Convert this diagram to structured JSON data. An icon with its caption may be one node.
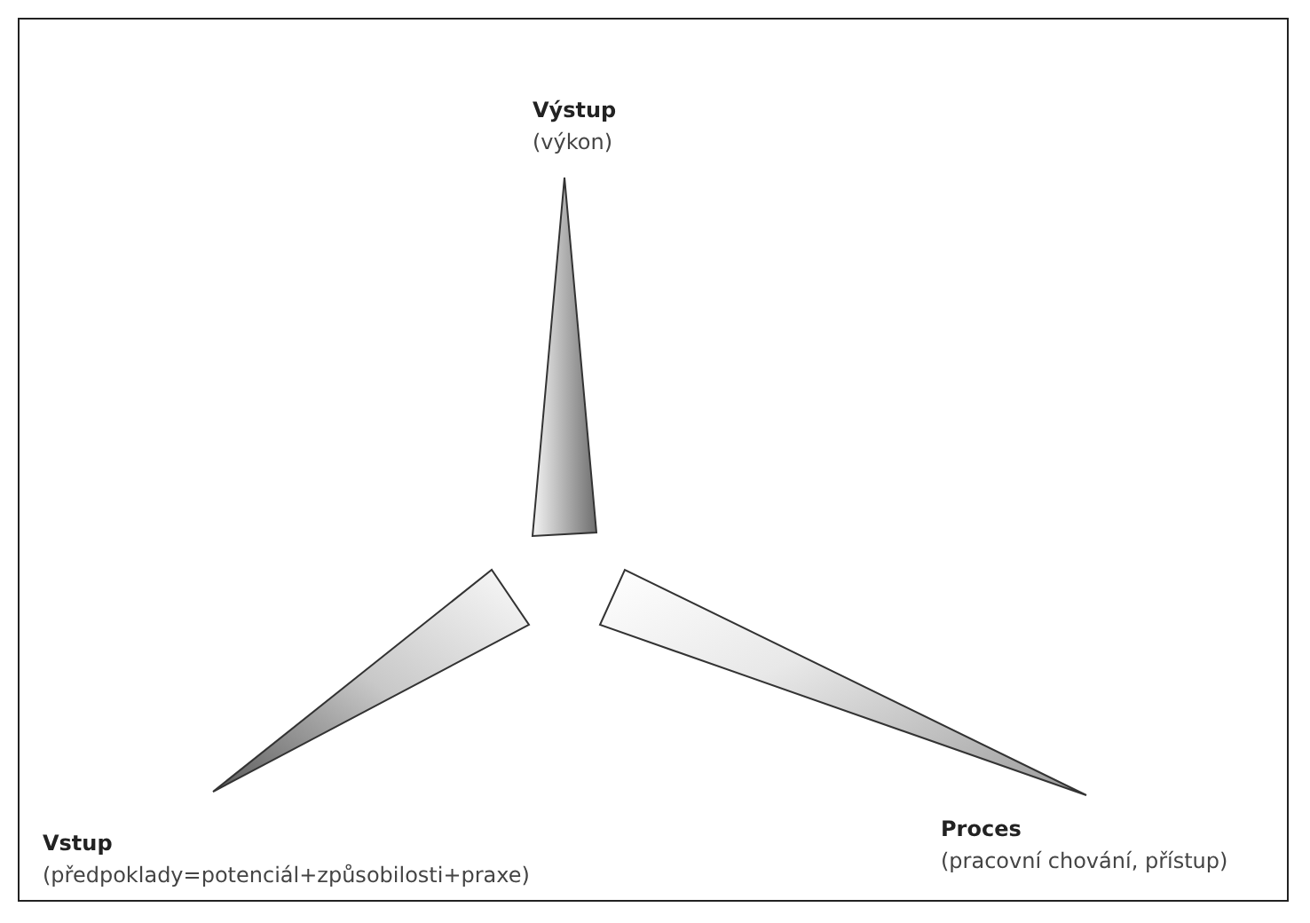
{
  "diagram": {
    "nodes": [
      {
        "text": [
          "Výstup",
          "(výkon)"
        ]
      },
      {
        "text": [
          "Vstup",
          "(předpoklady=potenciál+způsobilosti+praxe)"
        ]
      },
      {
        "text": [
          "Proces",
          "(pracovní chování, přístup)"
        ]
      }
    ]
  }
}
